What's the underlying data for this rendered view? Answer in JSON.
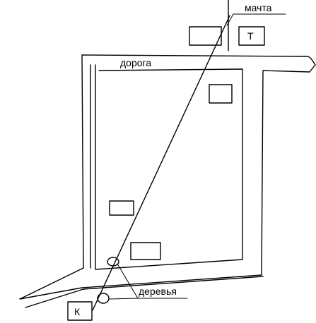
{
  "labels": {
    "mast": "мачта",
    "road": "дорога",
    "trees": "деревья",
    "point_t": "Т",
    "point_k": "К"
  }
}
